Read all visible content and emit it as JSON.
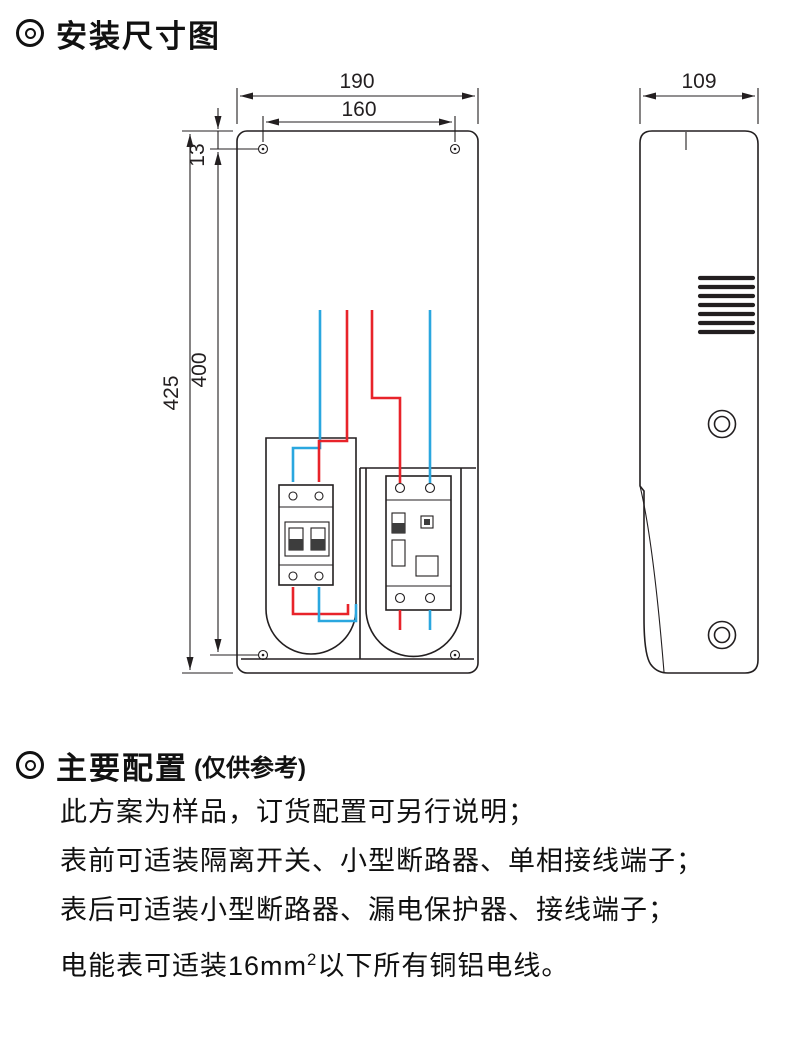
{
  "section1": {
    "title": "安装尺寸图"
  },
  "section2": {
    "title": "主要配置",
    "subtitle": "(仅供参考)"
  },
  "icons": {
    "section_bullet": "double-circle-icon"
  },
  "dimensions": {
    "front_outer_width": "190",
    "front_inner_width": "160",
    "hole_top_offset": "13",
    "front_outer_height": "425",
    "front_inner_height": "400",
    "side_depth": "109"
  },
  "notes": [
    "此方案为样品，订货配置可另行说明；",
    "表前可适装隔离开关、小型断路器、单相接线端子；",
    "表后可适装小型断路器、漏电保护器、接线端子；"
  ],
  "note_wire": {
    "prefix": "电能表可适装16mm",
    "sup": "2",
    "suffix": "以下所有铜铝电线。"
  },
  "colors": {
    "line": "#231f20",
    "wire_red": "#e8232a",
    "wire_blue": "#2aa7df"
  }
}
